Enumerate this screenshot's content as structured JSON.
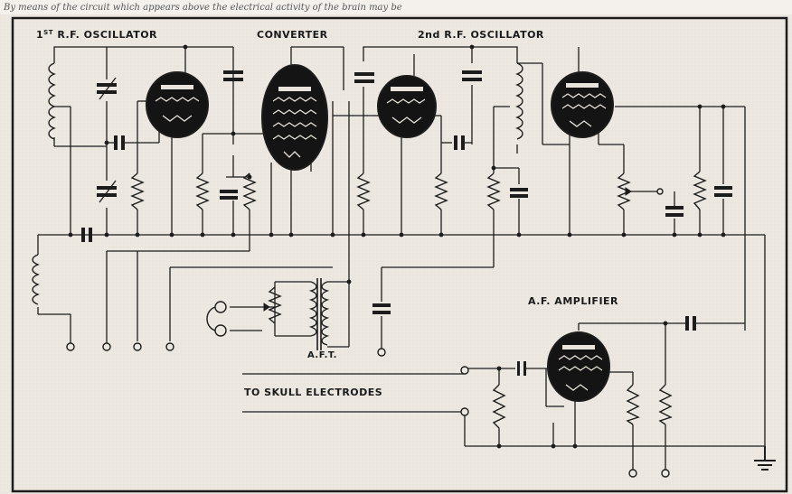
{
  "caption": "By means of the circuit which appears above the electrical activity of the brain may be",
  "labels": {
    "rf1_prefix": "1",
    "rf1_sup": "ST",
    "rf1_rest": "R.F. OSCILLATOR",
    "converter": "CONVERTER",
    "rf2": "2nd R.F. OSCILLATOR",
    "af_amp": "A.F. AMPLIFIER",
    "aft": "A.F.T.",
    "skull": "TO SKULL ELECTRODES"
  },
  "colors": {
    "ink": "#1c1c1c",
    "paper": "#ece8e1",
    "tube": "#141414"
  }
}
